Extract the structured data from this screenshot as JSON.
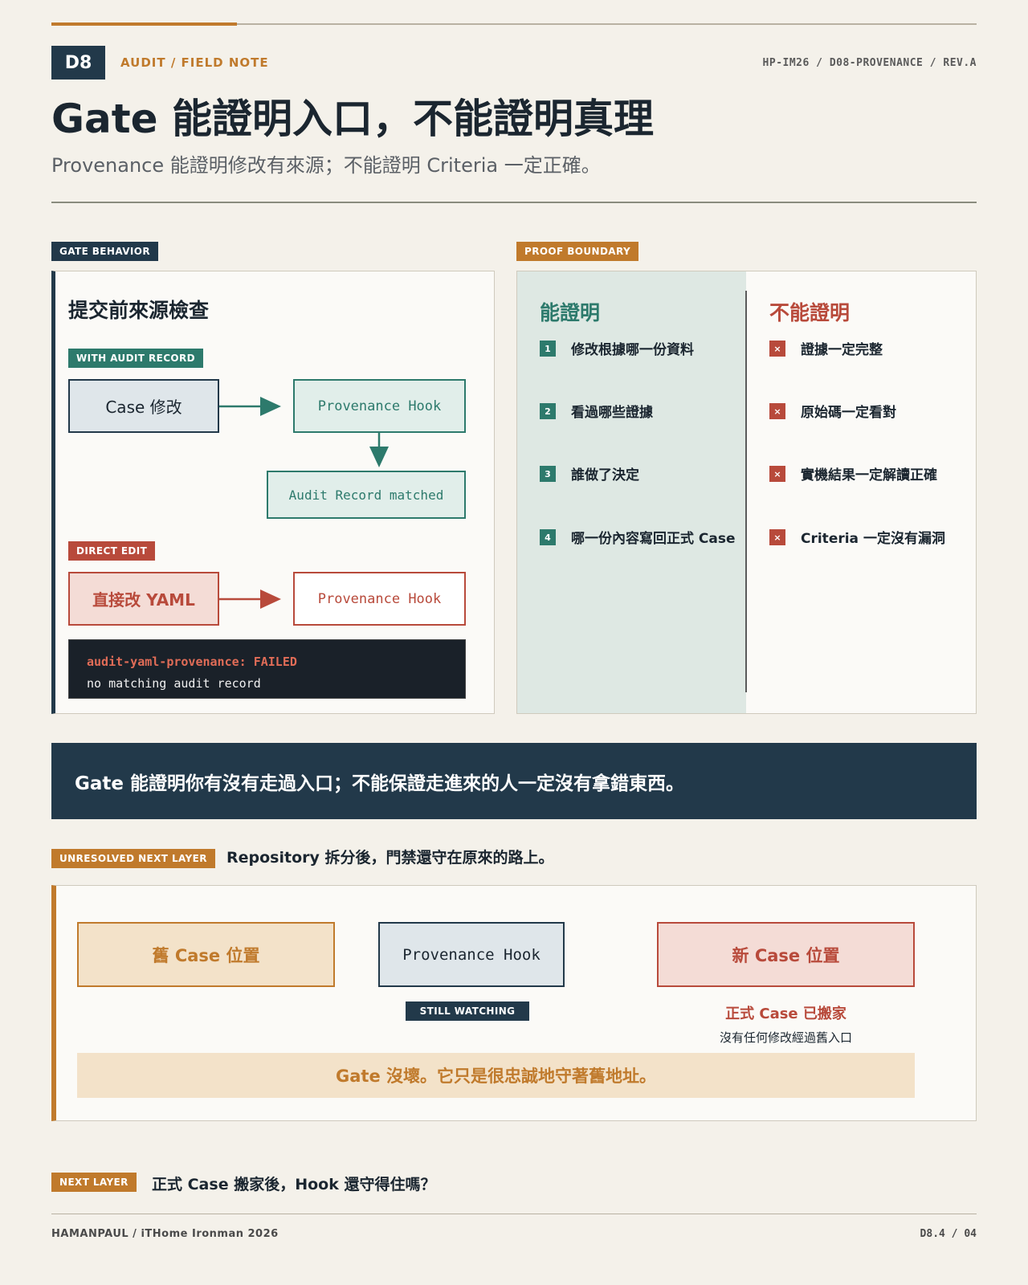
{
  "header": {
    "badge": "D8",
    "kicker": "AUDIT / FIELD NOTE",
    "doc_id": "HP-IM26 / D08-PROVENANCE / REV.A",
    "title": "Gate 能證明入口，不能證明真理",
    "subtitle": "Provenance 能證明修改有來源；不能證明 Criteria 一定正確。"
  },
  "gate_behavior": {
    "tag": "GATE BEHAVIOR",
    "heading": "提交前來源檢查",
    "with_audit": {
      "tag": "WITH AUDIT RECORD",
      "source": "Case 修改",
      "hook": "Provenance Hook",
      "result": "Audit Record matched"
    },
    "direct_edit": {
      "tag": "DIRECT EDIT",
      "source": "直接改 YAML",
      "hook": "Provenance Hook",
      "terminal_error": "audit-yaml-provenance: FAILED",
      "terminal_message": "no matching audit record"
    }
  },
  "proof_boundary": {
    "tag": "PROOF BOUNDARY",
    "can_heading": "能證明",
    "can_items": [
      {
        "num": "1",
        "text": "修改根據哪一份資料"
      },
      {
        "num": "2",
        "text": "看過哪些證據"
      },
      {
        "num": "3",
        "text": "誰做了決定"
      },
      {
        "num": "4",
        "text": "哪一份內容寫回正式 Case"
      }
    ],
    "cannot_heading": "不能證明",
    "cannot_mark": "×",
    "cannot_items": [
      {
        "text": "證據一定完整"
      },
      {
        "text": "原始碼一定看對"
      },
      {
        "text": "實機結果一定解讀正確"
      },
      {
        "text": "Criteria 一定沒有漏洞"
      }
    ]
  },
  "banner": "Gate 能證明你有沒有走過入口；不能保證走進來的人一定沒有拿錯東西。",
  "unresolved": {
    "tag": "UNRESOLVED NEXT LAYER",
    "text": "Repository 拆分後，門禁還守在原來的路上。",
    "old_location": "舊 Case 位置",
    "hook": "Provenance Hook",
    "hook_status": "STILL WATCHING",
    "new_location": "新 Case 位置",
    "moved_title": "正式 Case 已搬家",
    "moved_sub": "沒有任何修改經過舊入口",
    "note": "Gate 沒壞。它只是很忠誠地守著舊地址。"
  },
  "next_layer": {
    "tag": "NEXT LAYER",
    "text": "正式 Case 搬家後，Hook 還守得住嗎？"
  },
  "footer": {
    "left": "HAMANPAUL / iTHome Ironman 2026",
    "right": "D8.4 / 04"
  },
  "colors": {
    "navy": "#22394a",
    "amber": "#c07a2c",
    "green": "#2d7a6c",
    "red": "#b84a3b"
  }
}
